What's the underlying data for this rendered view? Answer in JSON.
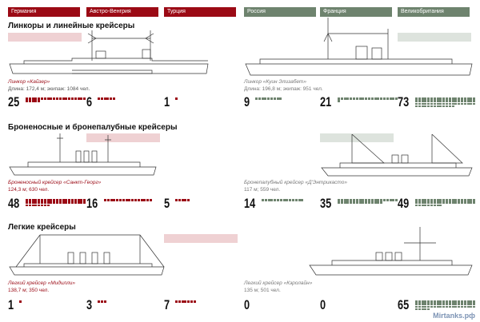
{
  "countries": [
    {
      "name": "Германия",
      "side": "central"
    },
    {
      "name": "Австро-Венгрия",
      "side": "central"
    },
    {
      "name": "Турция",
      "side": "central"
    },
    {
      "name": "Россия",
      "side": "entente"
    },
    {
      "name": "Франция",
      "side": "entente"
    },
    {
      "name": "Великобритания",
      "side": "entente"
    }
  ],
  "colors": {
    "central": "#9b0a15",
    "entente": "#6e836e"
  },
  "sections": [
    {
      "title": "Линкоры и линейные крейсеры",
      "left_ship": {
        "name": "Линкор «Кайзер»",
        "specs": "Длина: 172,4 м; экипаж: 1084 чел."
      },
      "right_ship": {
        "name": "Линкор «Куин Элизабет»",
        "specs": "Длина: 196,8 м; экипаж: 951 чел."
      },
      "counts": [
        25,
        6,
        1,
        9,
        21,
        73
      ]
    },
    {
      "title": "Броненосные и бронепалубные крейсеры",
      "left_ship": {
        "name": "Броненосный крейсер «Санкт-Георг»",
        "specs": "124,3 м; 630 чел."
      },
      "right_ship": {
        "name": "Бронепалубный крейсер «Д'Энтрикасто»",
        "specs": "117 м; 559 чел."
      },
      "counts": [
        48,
        16,
        5,
        14,
        35,
        49
      ]
    },
    {
      "title": "Легкие крейсеры",
      "left_ship": {
        "name": "Легкий крейсер «Мидилли»",
        "specs": "138,7 м; 350 чел."
      },
      "right_ship": {
        "name": "Легкий крейсер «Кэролайн»",
        "specs": "135 м; 501 чел."
      },
      "counts": [
        1,
        3,
        7,
        0,
        0,
        65
      ]
    }
  ],
  "watermark": "Mirtanks.рф"
}
